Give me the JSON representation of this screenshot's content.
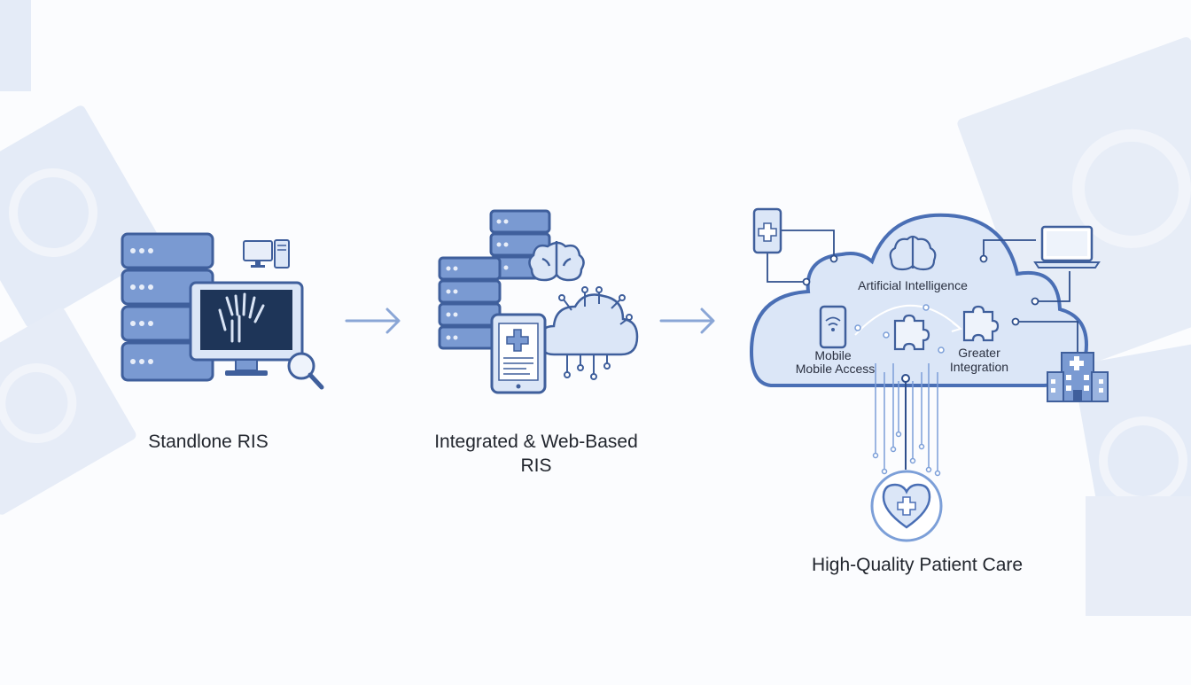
{
  "stages": {
    "standalone": {
      "label": "Standlone RIS"
    },
    "integrated": {
      "label_line1": "Integrated & Web-Based",
      "label_line2": "RIS"
    },
    "cloud": {
      "ai": "Artificial Intelligence",
      "mobile_icon_label": "Mobile",
      "mobile_access": "Mobile Access",
      "greater_line1": "Greater",
      "greater_line2": "Integration"
    },
    "outcome": {
      "label": "High-Quality Patient Care"
    }
  },
  "colors": {
    "primary": "#4a6fb5",
    "fill": "#dbe6f7",
    "accent": "#7c9fd8",
    "dark": "#2f4f8c",
    "screen": "#1e3558"
  },
  "icons": [
    "server-rack-icon",
    "monitor-xray-icon",
    "magnifier-icon",
    "desktop-icon",
    "tablet-icon",
    "brain-icon",
    "cloud-icon",
    "smartphone-icon",
    "laptop-icon",
    "hospital-icon",
    "puzzle-icon",
    "heart-icon",
    "arrow-right-icon"
  ]
}
